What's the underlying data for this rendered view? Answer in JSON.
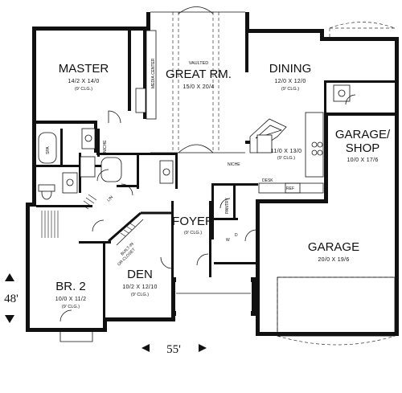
{
  "rooms": {
    "master": {
      "name": "MASTER",
      "dim": "14/2 X 14/0",
      "ceiling": "(9' CLG.)"
    },
    "great_room": {
      "note": "VAULTED",
      "name": "GREAT RM.",
      "dim": "15/0 X 20/4"
    },
    "dining": {
      "name": "DINING",
      "dim": "12/0 X 12/0",
      "ceiling": "(9' CLG.)"
    },
    "kitchen": {
      "dim": "11/0 X 13/0",
      "ceiling": "(9' CLG.)"
    },
    "garage_shop": {
      "name_line1": "GARAGE/",
      "name_line2": "SHOP",
      "dim": "10/0 X 17/6"
    },
    "foyer": {
      "name": "FOYER",
      "ceiling": "(9' CLG.)"
    },
    "garage": {
      "name": "GARAGE",
      "dim": "20/0 X 19/6"
    },
    "den": {
      "name": "DEN",
      "dim": "10/2 X 12/10",
      "ceiling": "(9' CLG.)"
    },
    "bedroom2": {
      "name": "BR. 2",
      "dim": "10/0 X 11/2",
      "ceiling": "(9' CLG.)"
    }
  },
  "labels": {
    "media_center": "MEDIA CENTER",
    "niche": "NICHE",
    "niche2": "NICHE",
    "spa": "SPA",
    "linen": "LIN",
    "pantry": "PANTRY",
    "desk": "DESK",
    "ref": "REF",
    "washer": "W",
    "dryer": "D",
    "built_in": "BUILT-IN",
    "or_closet": "OR CLOSET"
  },
  "dimensions": {
    "width": "55'",
    "depth": "48'"
  }
}
